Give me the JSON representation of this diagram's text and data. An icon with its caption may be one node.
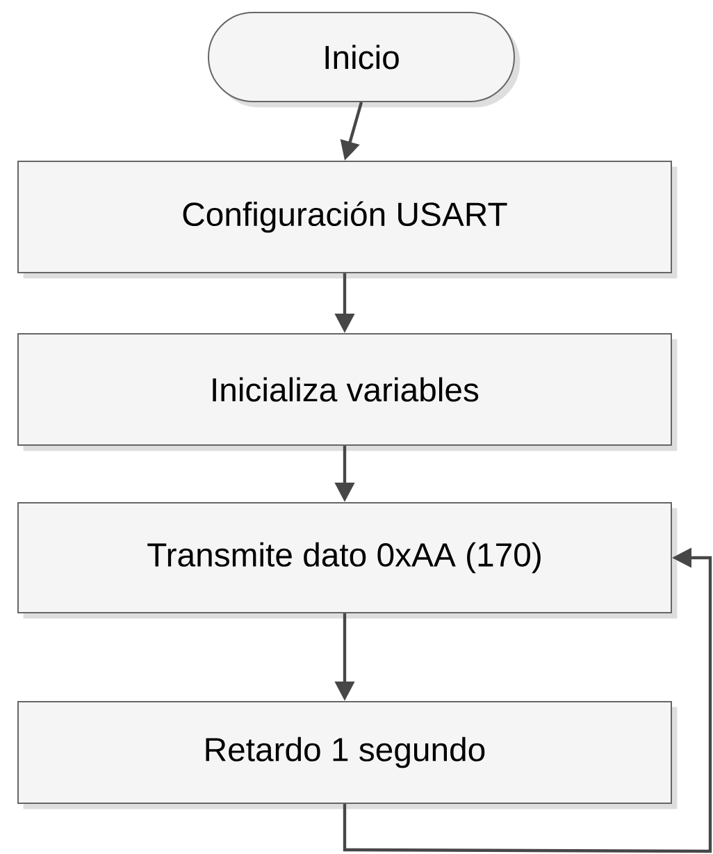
{
  "diagram": {
    "nodes": [
      {
        "text": [
          "Inicio"
        ]
      },
      {
        "text": [
          "Configuración USART"
        ]
      },
      {
        "text": [
          "Inicializa variables"
        ]
      },
      {
        "text": [
          "Transmite dato 0xAA (170)"
        ]
      },
      {
        "text": [
          "Retardo 1 segundo"
        ]
      }
    ],
    "edges": [
      {
        "from": 0,
        "to": 1,
        "arrow": "to"
      },
      {
        "from": 1,
        "to": 2,
        "arrow": "to"
      },
      {
        "from": 2,
        "to": 3,
        "arrow": "to"
      },
      {
        "from": 3,
        "to": 4,
        "arrow": "to"
      },
      {
        "from": 4,
        "to": 3,
        "arrow": "to"
      }
    ]
  }
}
